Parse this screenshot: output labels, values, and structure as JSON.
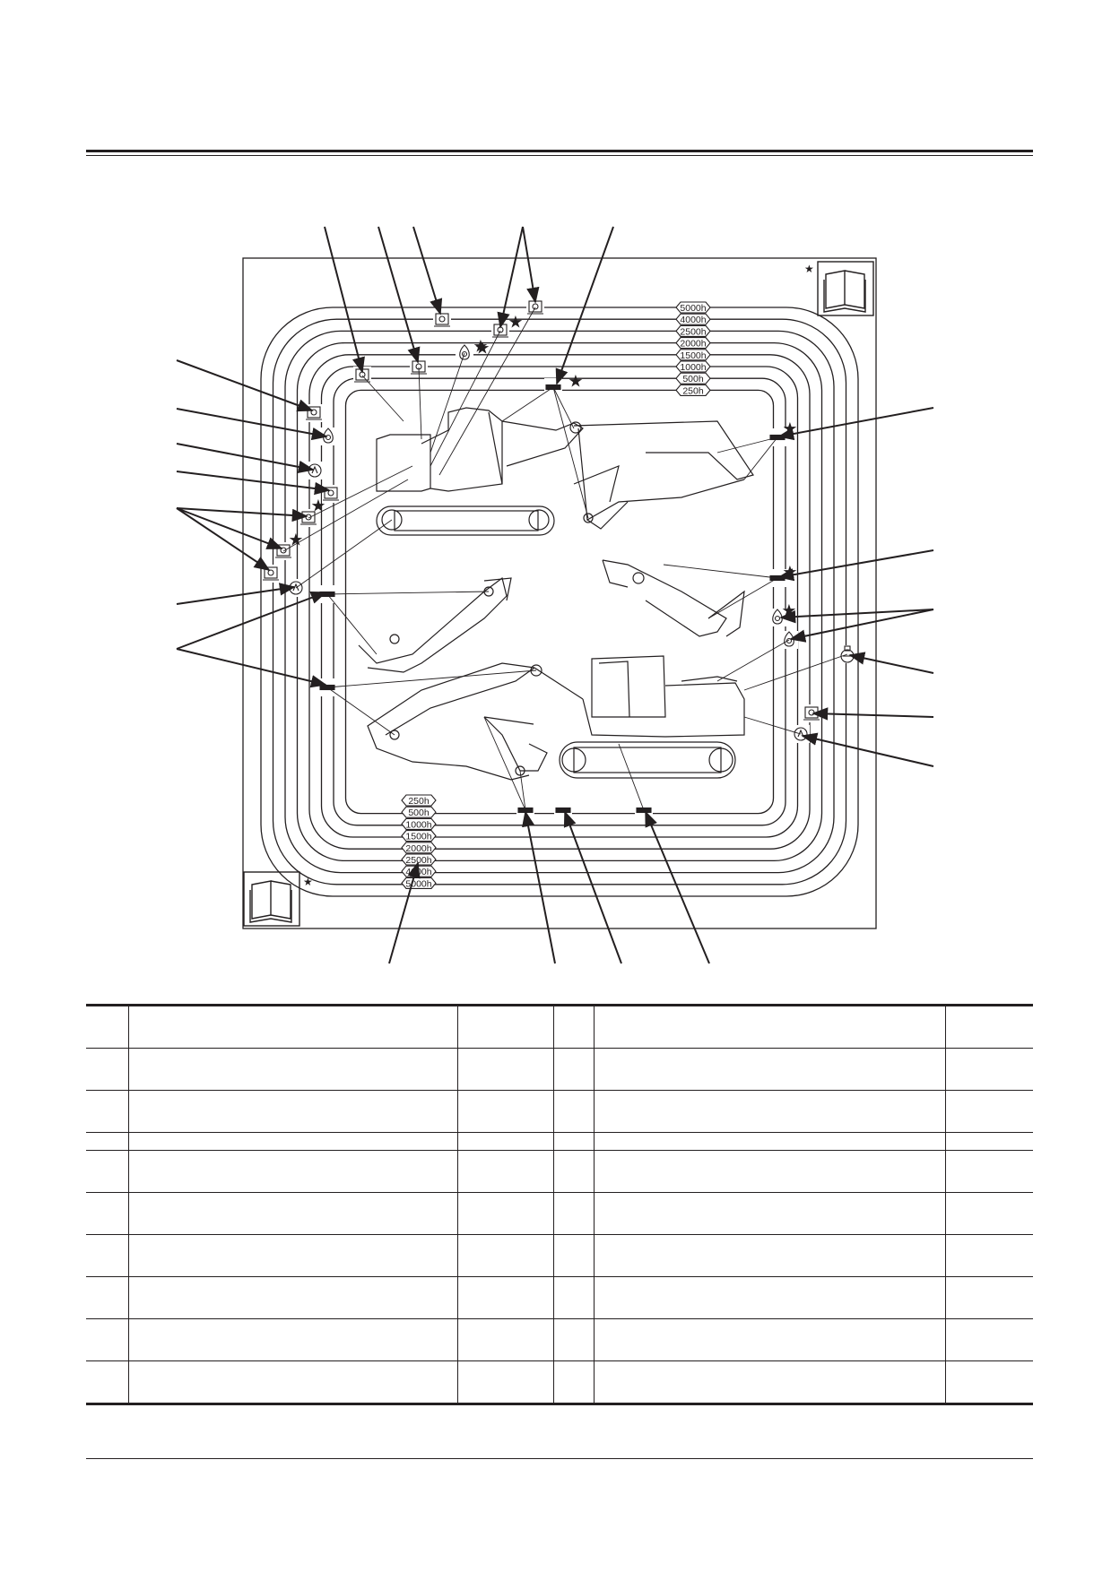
{
  "page": {
    "intervals_right": [
      "5000h",
      "4000h",
      "2500h",
      "2000h",
      "1500h",
      "1000h",
      "500h",
      "250h"
    ],
    "intervals_bottom": [
      "250h",
      "500h",
      "1000h",
      "1500h",
      "2000h",
      "2500h",
      "4000h",
      "5000h"
    ],
    "note_marker": "★"
  },
  "table": {
    "rows": 10,
    "columns": 6
  }
}
